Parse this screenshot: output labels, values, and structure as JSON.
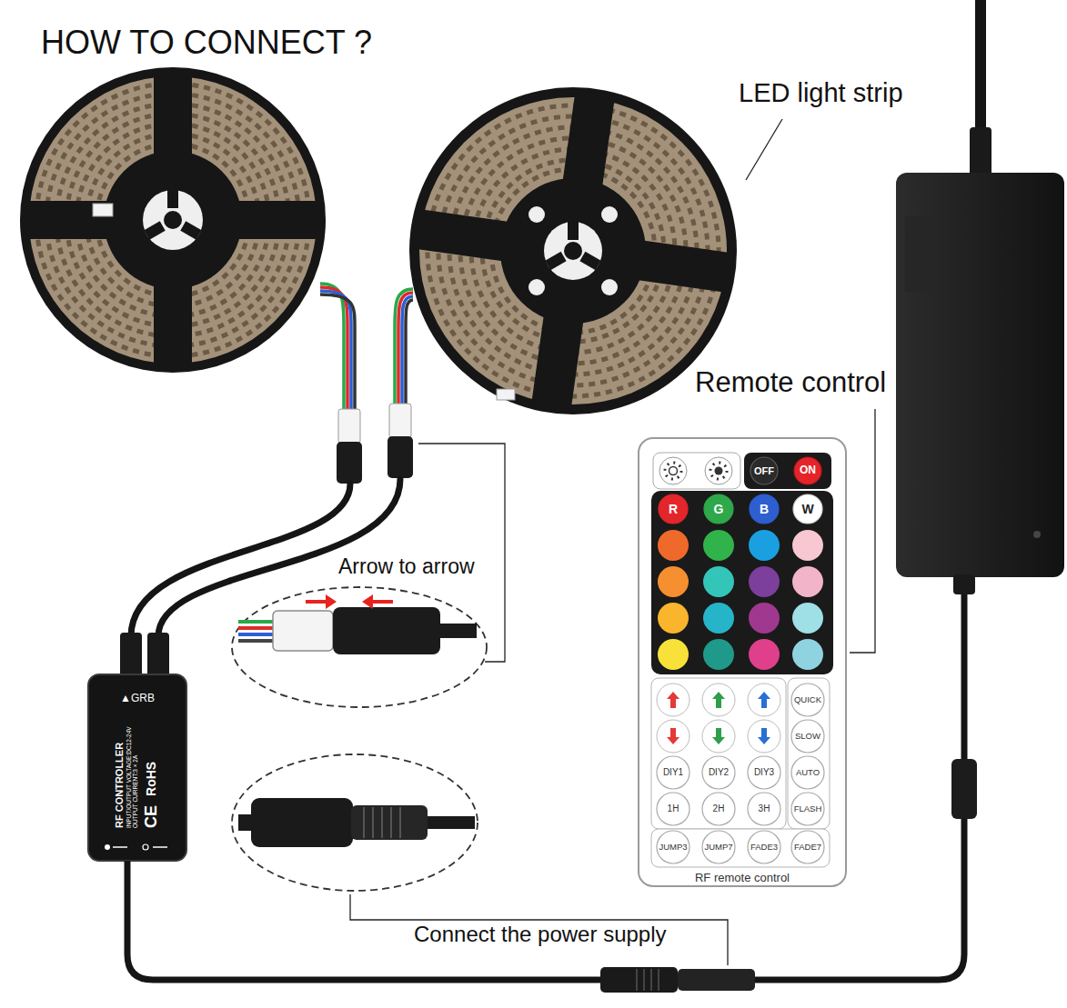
{
  "diagram": {
    "title": "HOW TO CONNECT ?",
    "nodes": [
      {
        "text": [
          "RF remote control"
        ]
      },
      {
        "text": [
          "OFF"
        ],
        "in": 0
      },
      {
        "text": [
          "ON"
        ],
        "in": 0
      },
      {
        "text": [
          "R"
        ],
        "in": 0
      },
      {
        "text": [
          "G"
        ],
        "in": 0
      },
      {
        "text": [
          "B"
        ],
        "in": 0
      },
      {
        "text": [
          "W"
        ],
        "in": 0
      },
      {
        "text": [
          "QUICK"
        ],
        "in": 0
      },
      {
        "text": [
          "SLOW"
        ],
        "in": 0
      },
      {
        "text": [
          "DIY1"
        ],
        "in": 0
      },
      {
        "text": [
          "DIY2"
        ],
        "in": 0
      },
      {
        "text": [
          "DIY3"
        ],
        "in": 0
      },
      {
        "text": [
          "AUTO"
        ],
        "in": 0
      },
      {
        "text": [
          "1H"
        ],
        "in": 0
      },
      {
        "text": [
          "2H"
        ],
        "in": 0
      },
      {
        "text": [
          "3H"
        ],
        "in": 0
      },
      {
        "text": [
          "FLASH"
        ],
        "in": 0
      },
      {
        "text": [
          "JUMP3"
        ],
        "in": 0
      },
      {
        "text": [
          "JUMP7"
        ],
        "in": 0
      },
      {
        "text": [
          "FADE3"
        ],
        "in": 0
      },
      {
        "text": [
          "FADE7"
        ],
        "in": 0
      },
      {
        "text": [
          "▲GRB",
          "RF CONTROLLER",
          "INPUT/OUTPUT VOLTAGE:DC12-24V",
          "OUTPUT CURRENT:3 × 2A",
          "CE",
          "RoHS"
        ]
      }
    ],
    "labels": [
      "LED light strip",
      "Remote control",
      "Arrow to arrow",
      "Connect the power supply"
    ]
  }
}
